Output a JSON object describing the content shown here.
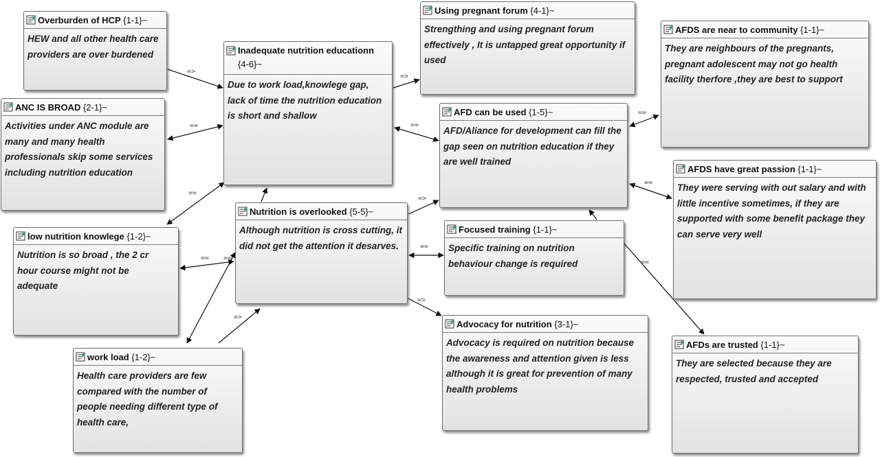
{
  "nodes": {
    "overburden": {
      "title": "Overburden of HCP",
      "count": "{1-1}~",
      "text": "HEW and all other health care providers are over burdened"
    },
    "anc": {
      "title": "ANC IS BROAD",
      "count": "{2-1}~",
      "text": "Activities under ANC module are many and many health professionals skip some services including nutrition education"
    },
    "lowknow": {
      "title": "low nutrition knowlege",
      "count": "{1-2}~",
      "text": "Nutrition is so broad , the 2 cr hour course might not be adequate"
    },
    "workload": {
      "title": "work load",
      "count": "{1-2}~",
      "text": "Health care providers are few compared with the number of people needing different type of health care,"
    },
    "inadequate": {
      "title": "Inadequate nutrition educationn",
      "count": "{4-6}~",
      "text": "Due to work load,knowlege gap, lack of time the nutrition education is short and shallow"
    },
    "overlooked": {
      "title": "Nutrition is overlooked",
      "count": "{5-5}~",
      "text": "Although nutrition is cross cutting, it did not get the attention it desarves."
    },
    "forum": {
      "title": "Using pregnant forum",
      "count": "{4-1}~",
      "text": "Strengthing and using pregnant forum effectively , It is untapped great opportunity if used"
    },
    "afdused": {
      "title": "AFD can be used",
      "count": "{1-5}~",
      "text": "AFD/Aliance for development can fill the gap seen on nutrition education if they are well trained"
    },
    "training": {
      "title": "Focused training",
      "count": "{1-1}~",
      "text": "Specific training on nutrition behaviour change is required"
    },
    "advocacy": {
      "title": "Advocacy for nutrition",
      "count": "{3-1}~",
      "text": "Advocacy is required on nutrition because the awareness and attention given is less although it is great for prevention of many health problems"
    },
    "near": {
      "title": "AFDS are near to community",
      "count": "{1-1}~",
      "text": "They are neighbours of the pregnants, pregnant adolescent may not go health facility therfore ,they are best to support"
    },
    "passion": {
      "title": "AFDS have great passion",
      "count": "{1-1}~",
      "text": "They were serving with out salary and with little incentive sometimes, if they are supported with some benefit package they can serve very well"
    },
    "trusted": {
      "title": "AFDs are trusted",
      "count": "{1-1}~",
      "text": "They are selected because they are respected, trusted and accepted"
    }
  },
  "relations": {
    "assoc": "==",
    "cause": "=>"
  }
}
